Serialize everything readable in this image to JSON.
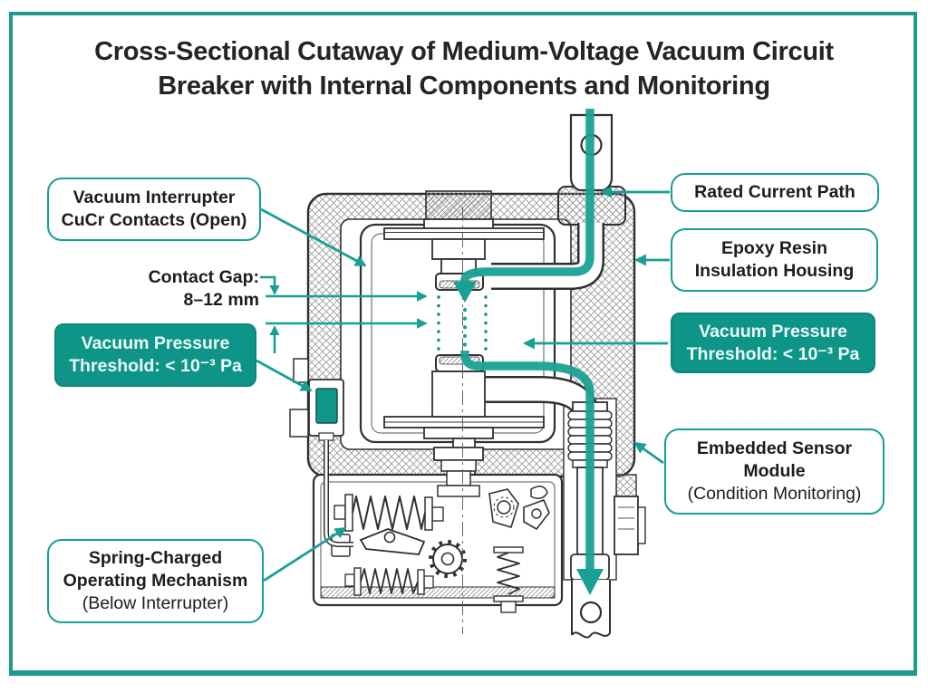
{
  "title": {
    "line1": "Cross-Sectional Cutaway of Medium-Voltage Vacuum Circuit",
    "line2": "Breaker with Internal Components and Monitoring"
  },
  "callouts": {
    "vacuum_interrupter": {
      "style": "outline",
      "lines": [
        "Vacuum Interrupter",
        "CuCr  Contacts (Open)"
      ]
    },
    "contact_gap": {
      "style": "plain",
      "lines": [
        "Contact Gap:",
        "8–12 mm"
      ]
    },
    "vacuum_pressure_left": {
      "style": "filled",
      "lines": [
        "Vacuum Pressure",
        "Threshold: < 10⁻³ Pa"
      ]
    },
    "spring_mechanism": {
      "style": "outline",
      "lines": [
        "Spring-Charged",
        "Operating Mechanism",
        "(Below Interrupter)"
      ]
    },
    "rated_current_path": {
      "style": "outline",
      "lines": [
        "Rated Current Path"
      ]
    },
    "epoxy_housing": {
      "style": "outline",
      "lines": [
        "Epoxy Resin",
        "Insulation Housing"
      ]
    },
    "vacuum_pressure_right": {
      "style": "filled",
      "lines": [
        "Vacuum Pressure",
        "Threshold: < 10⁻³ Pa"
      ]
    },
    "embedded_sensor": {
      "style": "outline",
      "lines": [
        "Embedded Sensor",
        "Module",
        "(Condition Monitoring)"
      ]
    }
  },
  "colors": {
    "frame_border": "#1d9c8e",
    "accent_teal": "#18a093",
    "teal_box_fill": "#0f9488",
    "teal_box_text": "#eafaf7",
    "current_path": "#18a193",
    "drawing_outline": "#303030",
    "hatch": "#9d9d9d",
    "title_text": "#242424",
    "sensor_fill": "#10968a"
  }
}
